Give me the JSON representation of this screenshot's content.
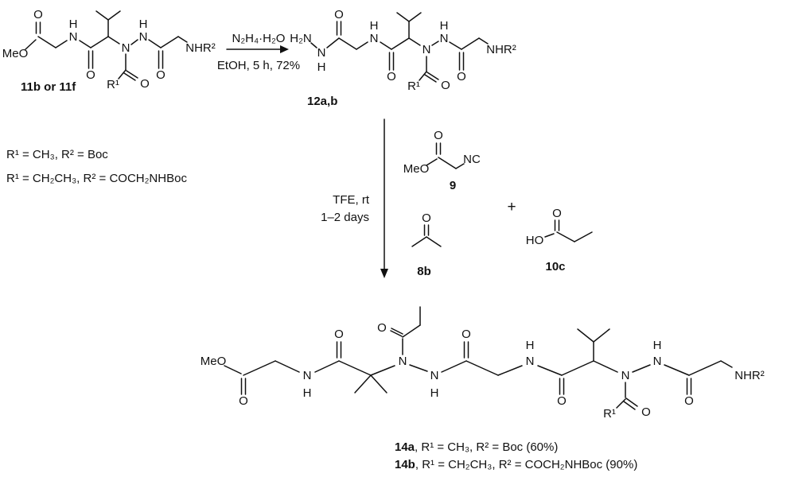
{
  "scheme": {
    "c11": {
      "label": "11b or 11f",
      "meo": "MeO",
      "ester_o": "O",
      "amide_h": "H",
      "amide_n": "N",
      "amide_o": "O",
      "n_acyl": "N",
      "r1": "R¹",
      "acyl_o": "O",
      "hydrazide_h": "H",
      "hydrazide_n": "N",
      "carbonyl_o": "O",
      "nhr2": "NHR²"
    },
    "step1": {
      "reagent_above": "N₂H₄·H₂O",
      "conditions_below": "EtOH, 5 h, 72%"
    },
    "c12": {
      "label": "12a,b",
      "h2n": "H₂N",
      "n1": "N",
      "n1_h": "H",
      "c2_o": "O",
      "amide_h": "H",
      "amide_n": "N",
      "amide_o": "O",
      "n_acyl": "N",
      "r1": "R¹",
      "acyl_o": "O",
      "hydrazide_h": "H",
      "hydrazide_n": "N",
      "carbonyl_o": "O",
      "nhr2": "NHR²"
    },
    "rgroups": {
      "line1": "R¹ = CH₃, R² = Boc",
      "line2": "R¹ = CH₂CH₃, R² = COCH₂NHBoc"
    },
    "step2": {
      "line1": "TFE, rt",
      "line2": "1–2 days",
      "plus": "+"
    },
    "r9": {
      "label": "9",
      "meo": "MeO",
      "o": "O",
      "nc": "NC"
    },
    "r8b": {
      "label": "8b",
      "o": "O"
    },
    "r10c": {
      "label": "10c",
      "o": "O",
      "ho": "HO"
    },
    "c14": {
      "label_a_bold": "14a",
      "label_a_rest": ", R¹ = CH₃, R² = Boc (60%)",
      "label_b_bold": "14b",
      "label_b_rest": ", R¹ = CH₂CH₃, R² = COCH₂NHBoc (90%)",
      "meo": "MeO",
      "ester_o": "O",
      "amide1_n": "N",
      "amide1_h": "H",
      "amide1_co_o": "O",
      "prop_n": "N",
      "prop_o": "O",
      "hydrazide1_n": "N",
      "hydrazide1_h": "H",
      "carbonyl1_o": "O",
      "amide2_h": "H",
      "amide2_n": "N",
      "amide2_co_o": "O",
      "n_acyl": "N",
      "r1": "R¹",
      "acyl_o": "O",
      "hydrazide2_h": "H",
      "hydrazide2_n": "N",
      "carbonyl2_o": "O",
      "nhr2": "NHR²"
    }
  }
}
